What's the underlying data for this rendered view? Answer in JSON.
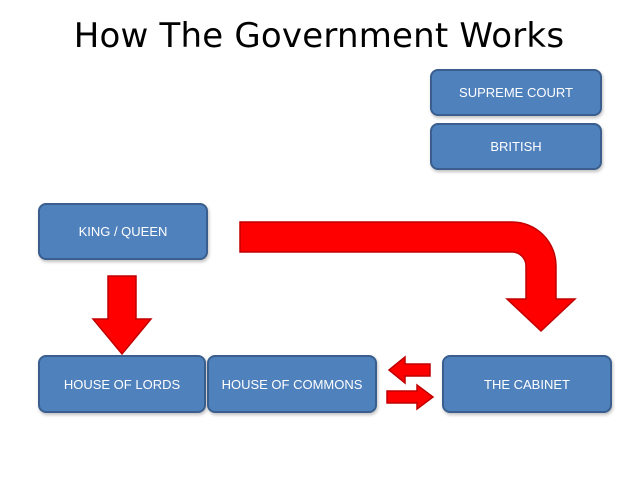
{
  "title": "How The Government Works",
  "boxes": {
    "supreme_court": "SUPREME COURT",
    "british": "BRITISH",
    "king_queen": "KING / QUEEN",
    "house_of_lords": "HOUSE OF LORDS",
    "house_of_commons": "HOUSE OF COMMONS",
    "the_cabinet": "THE CABINET"
  },
  "colors": {
    "box_fill": "#4f81bd",
    "box_border": "#3a5f8f",
    "arrow_fill": "#ff0000",
    "arrow_stroke": "#c00000"
  },
  "icons": [
    "arrow-down-icon",
    "curved-arrow-icon",
    "arrow-left-icon",
    "arrow-right-icon"
  ]
}
